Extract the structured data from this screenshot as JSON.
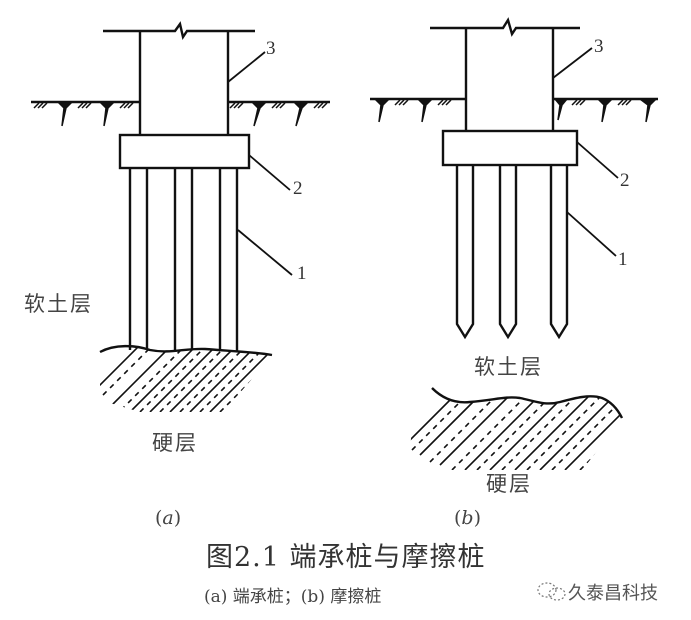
{
  "figure": {
    "title": "图2.1 端承桩与摩擦桩",
    "caption": "(a) 端承桩；(b) 摩擦桩",
    "watermark": "久泰昌科技",
    "watermark_icon": "wechat-icon",
    "line_color": "#111111",
    "text_color": "#333333"
  },
  "panel_a": {
    "label_prefix": "(",
    "label_letter": "a",
    "label_suffix": ")",
    "callouts": [
      "3",
      "2",
      "1"
    ],
    "soft_layer": "软土层",
    "hard_layer": "硬层",
    "pile_type": "end-bearing",
    "pile_count": 3
  },
  "panel_b": {
    "label_prefix": "(",
    "label_letter": "b",
    "label_suffix": ")",
    "callouts": [
      "3",
      "2",
      "1"
    ],
    "soft_layer": "软土层",
    "hard_layer": "硬层",
    "pile_type": "friction",
    "pile_count": 3
  }
}
